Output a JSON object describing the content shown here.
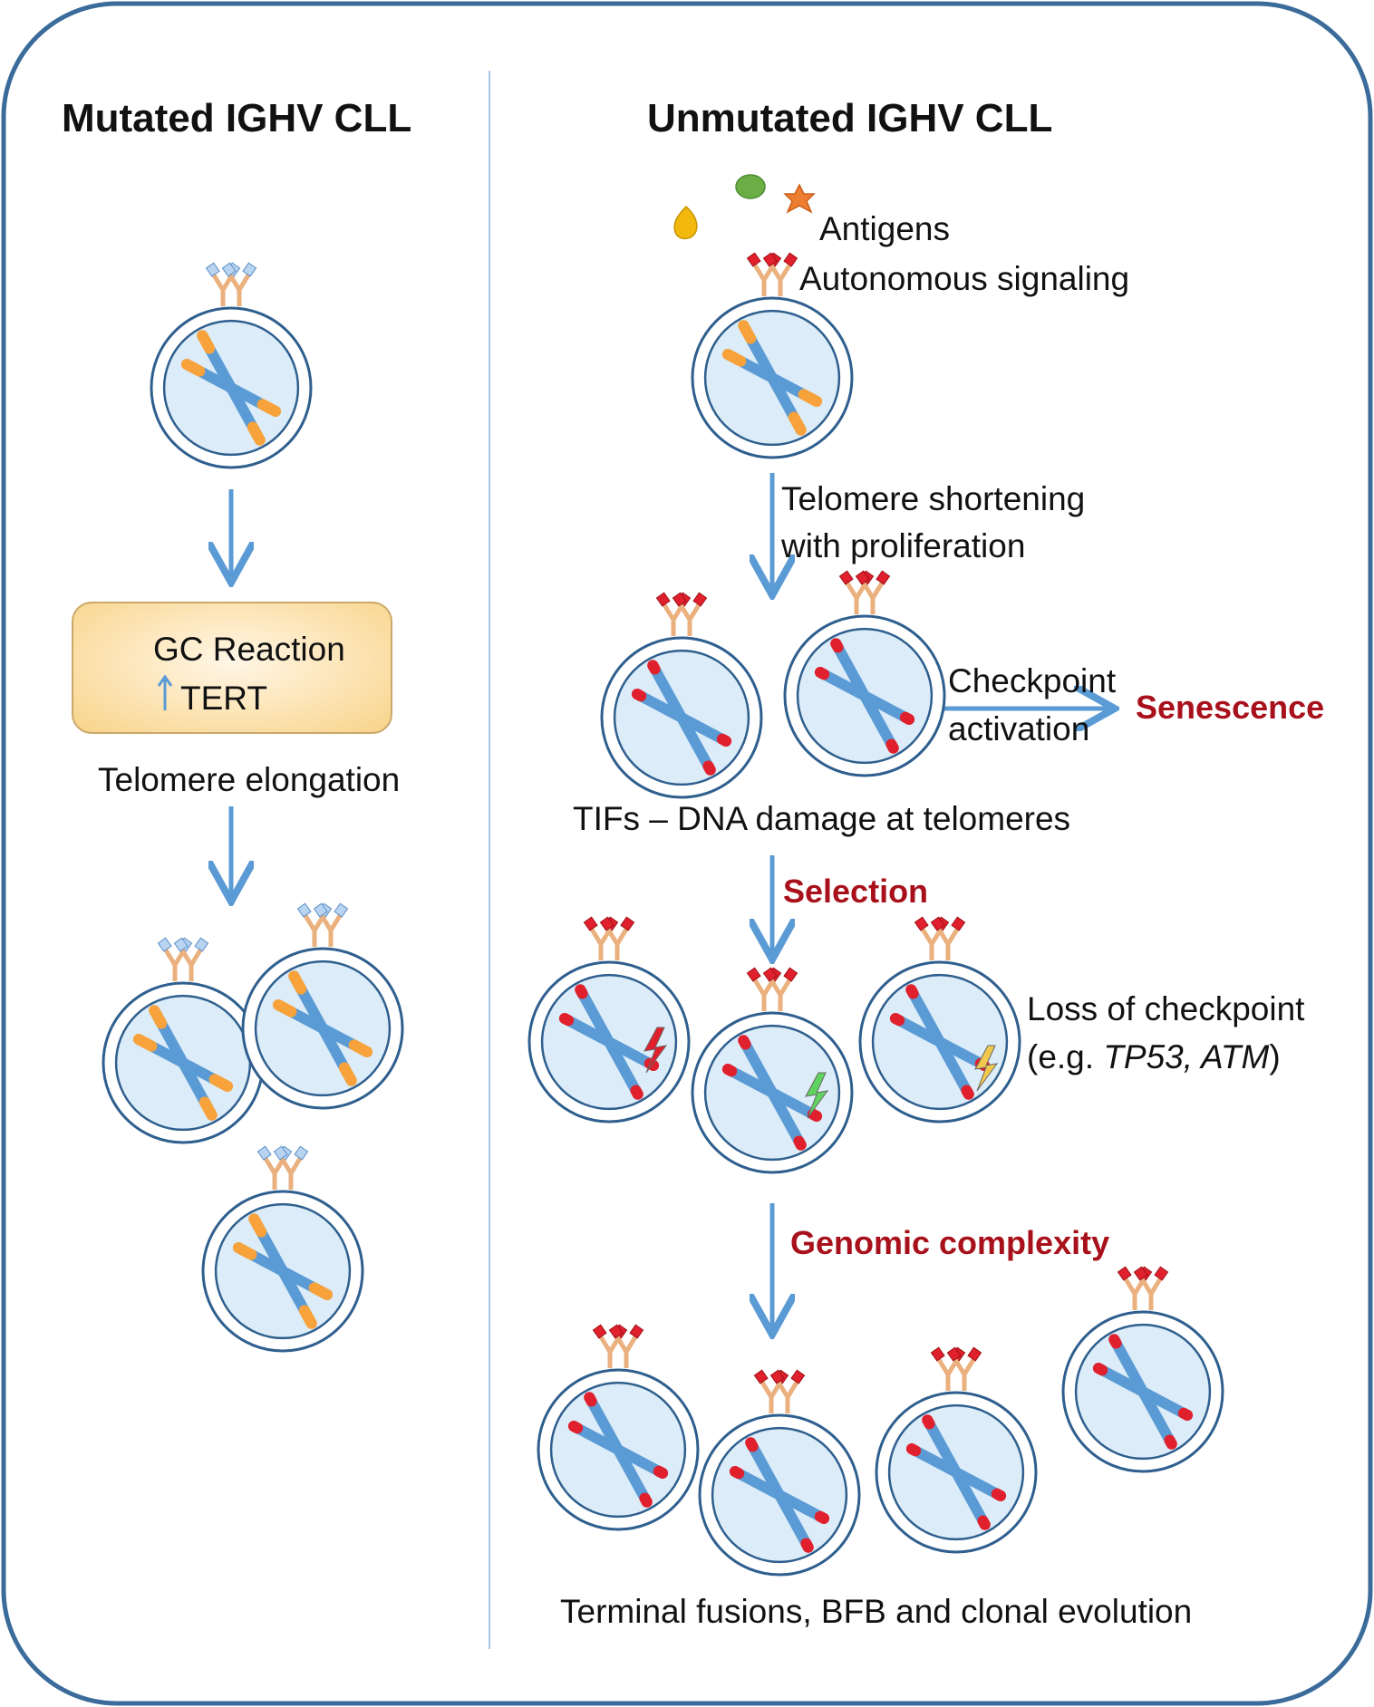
{
  "left_panel": {
    "title": "Mutated IGHV CLL",
    "gc_box": {
      "line1": "GC Reaction",
      "line2": "TERT"
    },
    "telomere_elongation": "Telomere elongation"
  },
  "right_panel": {
    "title": "Unmutated IGHV CLL",
    "antigens": "Antigens",
    "autonomous": "Autonomous signaling",
    "shortening_line1": "Telomere shortening",
    "shortening_line2": "with proliferation",
    "checkpoint_line1": "Checkpoint",
    "checkpoint_line2": "activation",
    "senescence": "Senescence",
    "tifs": "TIFs – DNA damage at telomeres",
    "selection": "Selection",
    "loss_line1": "Loss of checkpoint",
    "loss_open": "(e.g. ",
    "loss_genes": "TP53, ATM",
    "loss_close": ")",
    "genomic": "Genomic complexity",
    "terminal": "Terminal fusions, BFB and clonal evolution"
  },
  "colors": {
    "frame": "#3a6b9a",
    "arrow": "#5b9bd5",
    "chromosome": "#5b9bd5",
    "telomere_long": "#f7a23b",
    "telomere_short": "#e0202c",
    "cell_fill": "#dcecf8",
    "accent_red": "#a8111b"
  }
}
